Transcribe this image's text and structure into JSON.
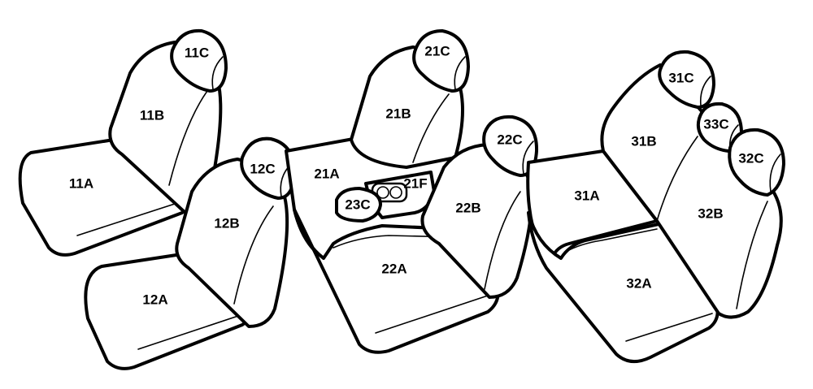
{
  "colors": {
    "line": "#000000",
    "fill": "#ffffff"
  },
  "labels": {
    "s11A": "11A",
    "s11B": "11B",
    "s11C": "11C",
    "s12A": "12A",
    "s12B": "12B",
    "s12C": "12C",
    "s21A": "21A",
    "s21B": "21B",
    "s21C": "21C",
    "s21F": "21F",
    "s22A": "22A",
    "s22B": "22B",
    "s22C": "22C",
    "s23C": "23C",
    "s31A": "31A",
    "s31B": "31B",
    "s31C": "31C",
    "s32A": "32A",
    "s32B": "32B",
    "s32C": "32C",
    "s33C": "33C"
  }
}
